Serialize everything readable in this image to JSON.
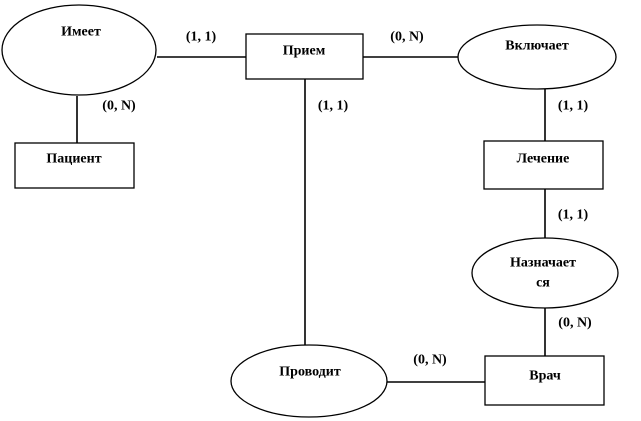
{
  "entities": {
    "priem": "Прием",
    "pacient": "Пациент",
    "lechenie": "Лечение",
    "vrach": "Врач"
  },
  "relationships": {
    "imeet": "Имеет",
    "vklyuchaet": "Включает",
    "naznachaetsya_line1": "Назначает",
    "naznachaetsya_line2": "ся",
    "provodit": "Проводит"
  },
  "cardinalities": {
    "imeet_priem": "(1, 1)",
    "imeet_pacient": "(0, N)",
    "priem_vklyuchaet": "(0, N)",
    "vklyuchaet_lechenie": "(1, 1)",
    "priem_provodit": "(1, 1)",
    "lechenie_naznachaetsya": "(1, 1)",
    "naznachaetsya_vrach": "(0, N)",
    "provodit_vrach": "(0, N)"
  }
}
